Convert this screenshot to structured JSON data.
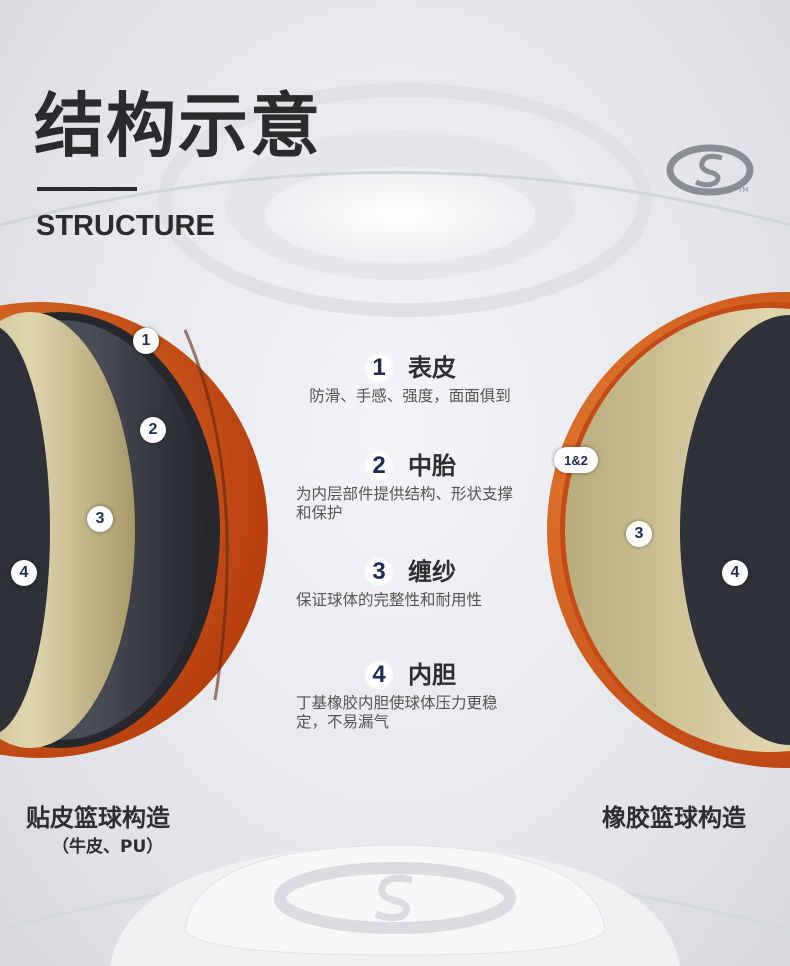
{
  "header": {
    "title": "结构示意",
    "subtitle": "STRUCTURE",
    "logo": "S",
    "logo_tm": "TM"
  },
  "layers": [
    {
      "number": "1",
      "name": "表皮",
      "description": "防滑、手感、强度，面面俱到"
    },
    {
      "number": "2",
      "name": "中胎",
      "description": "为内层部件提供结构、形状支撑和保护"
    },
    {
      "number": "3",
      "name": "缠纱",
      "description": "保证球体的完整性和耐用性"
    },
    {
      "number": "4",
      "name": "内胆",
      "description": "丁基橡胶内胆使球体压力更稳定，不易漏气"
    }
  ],
  "left_ball": {
    "label": "贴皮篮球构造",
    "sublabel": "（牛皮、PU）",
    "badges": [
      "1",
      "2",
      "3",
      "4"
    ]
  },
  "right_ball": {
    "label": "橡胶篮球构造",
    "badges": [
      "1&2",
      "3",
      "4"
    ]
  },
  "colors": {
    "text": "#2e2e30",
    "badge": "#1f2d55",
    "leather": "#d8581e",
    "yarn": "#cfc49a",
    "bladder": "#33363d"
  }
}
